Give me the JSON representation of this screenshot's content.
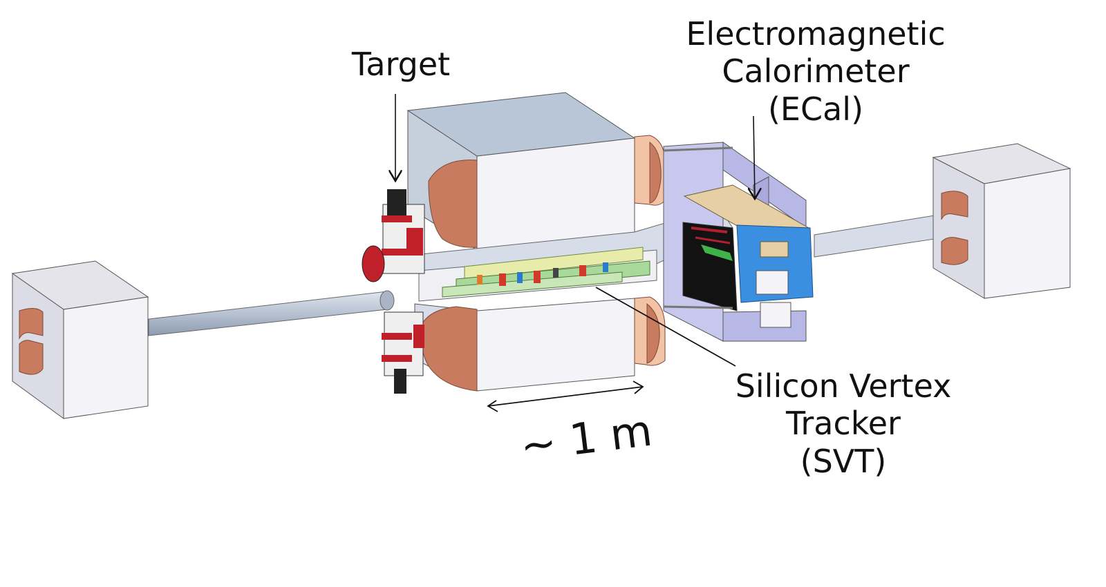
{
  "labels": {
    "target": "Target",
    "ecal": [
      "Electromagnetic",
      "Calorimeter",
      "(ECal)"
    ],
    "svt": [
      "Silicon Vertex",
      "Tracker",
      "(SVT)"
    ],
    "scale": "~ 1 m"
  },
  "colors": {
    "magnet_light": "#f4f4f8",
    "magnet_top": "#b9c6d8",
    "magnet_side": "#d8dce8",
    "coil": "#c97b5f",
    "coil_light": "#f3c3a6",
    "beam_pipe": "#b7c2d2",
    "ecal_frame": "#b8b8e6",
    "ecal_blue": "#3b8fe0",
    "svt_green": "#a8d89a",
    "svt_yellow": "#e8ecaa",
    "target_red": "#c0202a"
  }
}
